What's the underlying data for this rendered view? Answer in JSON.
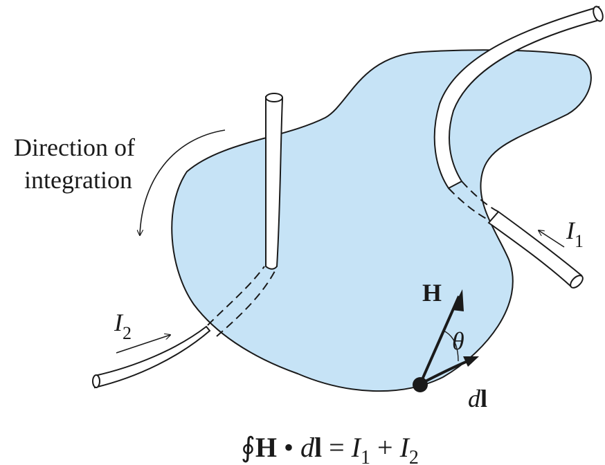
{
  "diagram": {
    "direction_label_line1": "Direction of",
    "direction_label_line2": "integration",
    "current_1": {
      "symbol": "I",
      "subscript": "1"
    },
    "current_2": {
      "symbol": "I",
      "subscript": "2"
    },
    "field_vector": "H",
    "angle_symbol": "θ",
    "dl_label": {
      "italic_part": "d",
      "bold_part": "l"
    },
    "equation": {
      "oint": "∮",
      "H": "H",
      "dot": " • ",
      "d": "d",
      "l": "l",
      "eq": " = ",
      "I": "I",
      "sub1": "1",
      "plus": " + ",
      "sub2": "2"
    }
  },
  "colors": {
    "surface_fill": "#c6e3f6",
    "outline": "#1a1a1a",
    "wire_fill": "#ffffff"
  }
}
